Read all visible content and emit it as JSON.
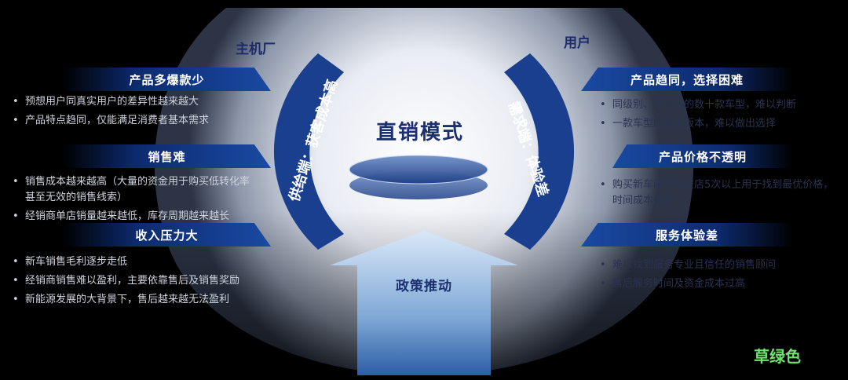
{
  "manufacturer_label": "主机厂",
  "user_label": "用户",
  "center_title": "直销模式",
  "supply_side_label": "供给端：获客成本高",
  "demand_side_label": "需求端：体验差",
  "policy_label": "政策推动",
  "left_sections": [
    {
      "title": "产品多爆款少",
      "bullets": [
        "预想用户同真实用户的差异性越来越大",
        "产品特点趋同，仅能满足消费者基本需求"
      ]
    },
    {
      "title": "销售难",
      "bullets": [
        "销售成本越来越高（大量的资金用于购买低转化率甚至无效的销售线索）",
        "经销商单店销量越来越低，库存周期越来越长"
      ]
    },
    {
      "title": "收入压力大",
      "bullets": [
        "新车销售毛利逐步走低",
        "经销商销售难以盈利，主要依靠售后及销售奖励",
        "新能源发展的大背景下，售后越来越无法盈利"
      ]
    }
  ],
  "right_sections": [
    {
      "title": "产品趋同，选择困难",
      "bullets": [
        "同级别、同价位的数十款车型，难以判断",
        "一款车型的多款版本，难以做出选择"
      ]
    },
    {
      "title": "产品价格不透明",
      "bullets": [
        "购买新车时平均进店5次以上用于找到最优价格，时间成本奇高"
      ]
    },
    {
      "title": "服务体验差",
      "bullets": [
        "难以找到服务专业且信任的销售顾问",
        "售后服务时间及资金成本过高"
      ]
    }
  ],
  "watermark": "草绿色",
  "colors": {
    "banner_blue": "#1a4aa3",
    "navy": "#1c2f6e",
    "arc_blue": "#1a3f8f",
    "watermark_green": "#6fe36b"
  }
}
